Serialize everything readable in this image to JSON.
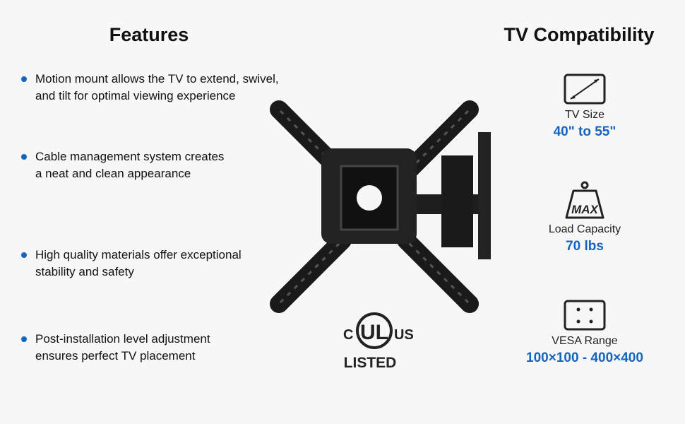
{
  "features": {
    "title": "Features",
    "items": [
      {
        "line1": "Motion mount allows the TV to extend, swivel,",
        "line2": "and tilt for optimal viewing experience"
      },
      {
        "line1": "Cable management system creates",
        "line2": "a neat and clean appearance"
      },
      {
        "line1": "High quality materials offer exceptional",
        "line2": "stability and safety"
      },
      {
        "line1": "Post-installation level adjustment",
        "line2": "ensures perfect TV placement"
      }
    ],
    "bullet_color": "#1565c0"
  },
  "compatibility": {
    "title": "TV Compatibility",
    "specs": [
      {
        "icon": "tv-size-icon",
        "label": "TV Size",
        "value": "40\" to 55\""
      },
      {
        "icon": "weight-max-icon",
        "icon_text": "MAX",
        "label": "Load Capacity",
        "value": "70 lbs"
      },
      {
        "icon": "vesa-pattern-icon",
        "label": "VESA Range",
        "value": "100×100 - 400×400"
      }
    ],
    "value_color": "#1565c0"
  },
  "certification": {
    "logo_text": "c UL US LISTED"
  }
}
